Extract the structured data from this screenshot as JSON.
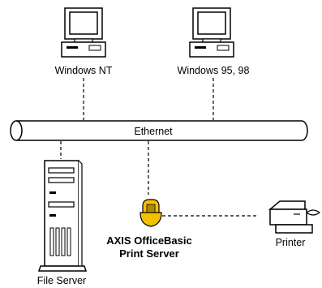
{
  "nodes": {
    "windows_nt": "Windows NT",
    "windows_95_98": "Windows 95, 98",
    "ethernet": "Ethernet",
    "file_server": "File Server",
    "print_server_line1": "AXIS OfficeBasic",
    "print_server_line2": "Print Server",
    "printer": "Printer"
  },
  "colors": {
    "line": "#000000",
    "print_server_fill": "#f2c200",
    "print_server_dark": "#b08a00"
  },
  "icons": [
    "computer-icon",
    "computer-icon",
    "server-tower-icon",
    "print-server-icon",
    "printer-icon"
  ]
}
